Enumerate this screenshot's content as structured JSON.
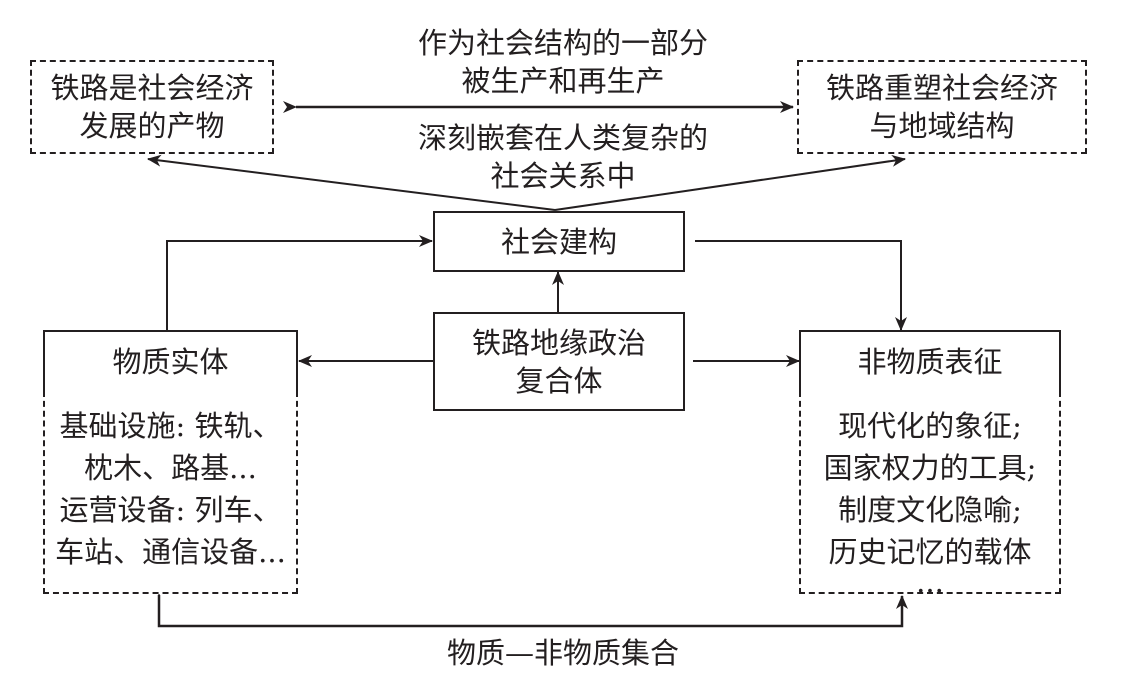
{
  "top_label_upper": [
    "作为社会结构的一部分",
    "被生产和再生产"
  ],
  "top_label_lower": [
    "深刻嵌套在人类复杂的",
    "社会关系中"
  ],
  "left_top_box": [
    "铁路是社会经济",
    "发展的产物"
  ],
  "right_top_box": [
    "铁路重塑社会经济",
    "与地域结构"
  ],
  "social_construction_box": "社会建构",
  "core_box": [
    "铁路地缘政治",
    "复合体"
  ],
  "material_box": {
    "title": "物质实体",
    "items": [
      "基础设施: 铁轨、",
      "枕木、路基...",
      "运营设备: 列车、",
      "车站、通信设备..."
    ]
  },
  "nonmaterial_box": {
    "title": "非物质表征",
    "items": [
      "现代化的象征;",
      "国家权力的工具;",
      "制度文化隐喻;",
      "历史记忆的载体",
      "..."
    ]
  },
  "bottom_label": "物质—非物质集合"
}
